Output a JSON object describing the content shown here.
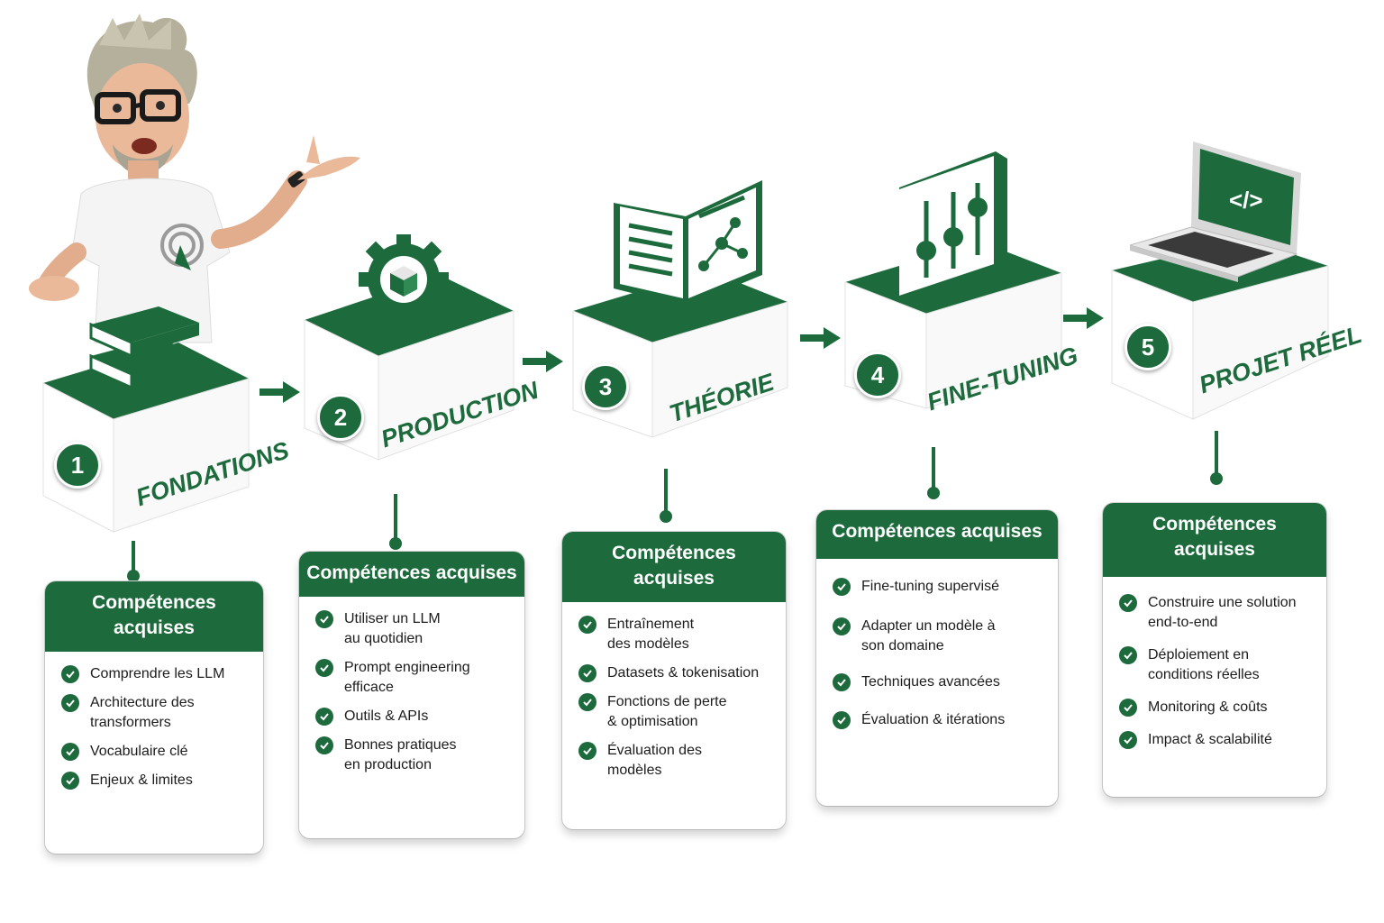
{
  "colors": {
    "primary": "#1d6b3c",
    "block_top": "#1d6b3c",
    "block_side": "#ffffff",
    "text": "#1c1c1c"
  },
  "steps": [
    {
      "number": "1",
      "title": "FONDATIONS",
      "icon": "books-icon",
      "card_title": "Compétences acquises",
      "items": [
        "Comprendre les LLM",
        "Architecture des transformers",
        "Vocabulaire clé",
        "Enjeux & limites"
      ]
    },
    {
      "number": "2",
      "title": "PRODUCTION",
      "icon": "gear-cube-icon",
      "card_title": "Compétences acquises",
      "items": [
        "Utiliser un LLM au quotidien",
        "Prompt engineering efficace",
        "Outils & APIs",
        "Bonnes pratiques en production"
      ]
    },
    {
      "number": "3",
      "title": "THÉORIE",
      "icon": "open-book-network-icon",
      "card_title": "Compétences acquises",
      "items": [
        "Entraînement des modèles",
        "Datasets & tokenisation",
        "Fonctions de perte & optimisation",
        "Évaluation des modèles"
      ]
    },
    {
      "number": "4",
      "title": "FINE-TUNING",
      "icon": "sliders-icon",
      "card_title": "Compétences acquises",
      "items": [
        "Fine-tuning supervisé",
        "Adapter un modèle à son domaine",
        "Techniques avancées",
        "Évaluation & itérations"
      ]
    },
    {
      "number": "5",
      "title": "PROJET RÉEL",
      "icon": "laptop-code-icon",
      "card_title": "Compétences acquises",
      "items": [
        "Construire une solution end-to-end",
        "Déploiement en conditions réelles",
        "Monitoring & coûts",
        "Impact & scalabilité"
      ]
    }
  ]
}
